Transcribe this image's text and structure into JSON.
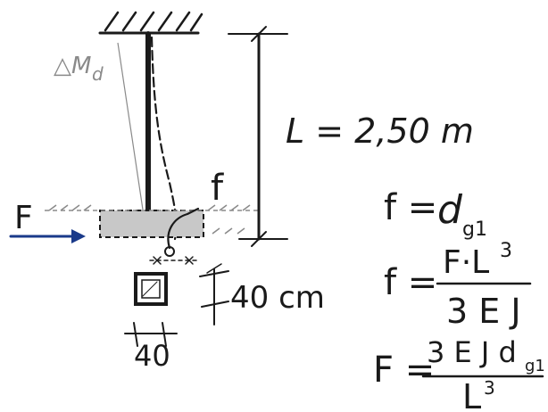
{
  "labels": {
    "delta_md": "△M",
    "delta_md_sub": "d",
    "f_tip": "f",
    "force": "F",
    "length": "L = 2,50 m",
    "section_height": "40 cm",
    "section_width": "40"
  },
  "formulas": {
    "f1_lhs": "f =",
    "f1_rhs_base": "d",
    "f1_rhs_sub": "g1",
    "f2_lhs": "f =",
    "f2_num": "F·L",
    "f2_num_exp": "3",
    "f2_den": "3 E J",
    "f3_lhs": "F =",
    "f3_num": "3 E J d",
    "f3_num_sub": "g1",
    "f3_den": "L",
    "f3_den_exp": "3"
  },
  "colors": {
    "ink": "#1a1a1a",
    "pencil": "#8a8a8a",
    "shade": "#c8c8c8",
    "arrow": "#1a3a8a"
  }
}
